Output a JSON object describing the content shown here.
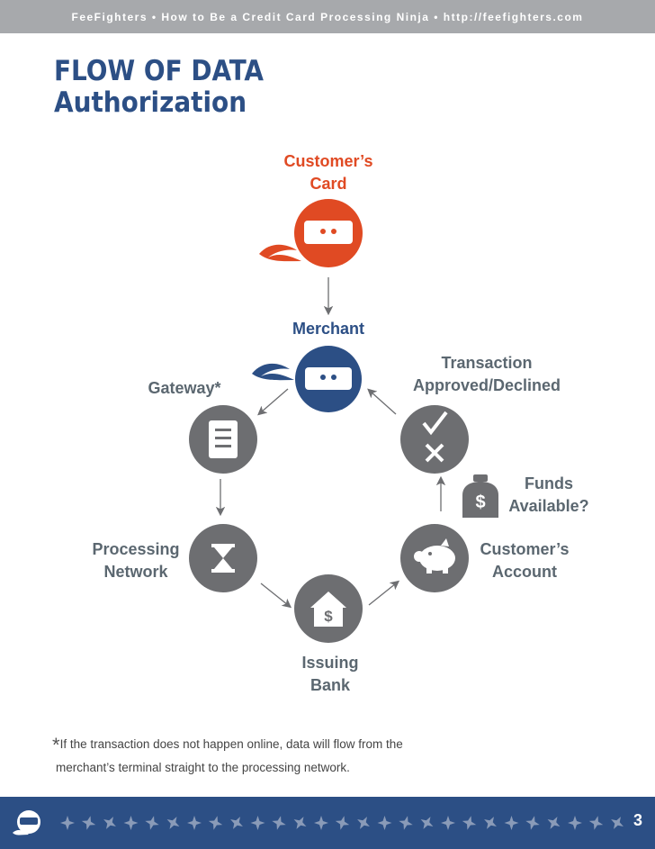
{
  "header": {
    "text": "FeeFighters • How to Be a Credit Card Processing Ninja • http://feefighters.com"
  },
  "title": {
    "line1": "FLOW OF DATA",
    "line2": "Authorization"
  },
  "nodes": {
    "customer_card": {
      "line1": "Customer’s",
      "line2": "Card"
    },
    "merchant": {
      "label": "Merchant"
    },
    "gateway": {
      "label": "Gateway*"
    },
    "transaction": {
      "line1": "Transaction",
      "line2": "Approved/Declined"
    },
    "funds": {
      "line1": "Funds",
      "line2": "Available?"
    },
    "processing": {
      "line1": "Processing",
      "line2": "Network"
    },
    "customer_account": {
      "line1": "Customer’s",
      "line2": "Account"
    },
    "issuing_bank": {
      "line1": "Issuing",
      "line2": "Bank"
    }
  },
  "footnote": {
    "star": "*",
    "line1": "If the transaction does not happen online, data will flow from the",
    "line2": "merchant’s terminal straight to the processing network."
  },
  "footer": {
    "page_number": "3"
  },
  "colors": {
    "orange": "#e04a23",
    "blue": "#2c4f85",
    "gray": "#6d6e71",
    "header_gray": "#a7a9ac"
  }
}
